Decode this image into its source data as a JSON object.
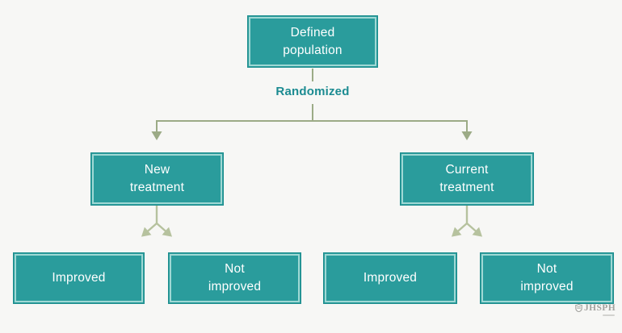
{
  "diagram": {
    "type": "flowchart",
    "topic": "randomized-trial-design",
    "nodes": {
      "defined_population": {
        "label": "Defined\npopulation"
      },
      "new_treatment": {
        "label": "New\ntreatment"
      },
      "current_treatment": {
        "label": "Current\ntreatment"
      },
      "new_improved": {
        "label": "Improved"
      },
      "new_not_improved": {
        "label": "Not\nimproved"
      },
      "current_improved": {
        "label": "Improved"
      },
      "current_not_improved": {
        "label": "Not\nimproved"
      }
    },
    "edge_labels": {
      "randomized": "Randomized"
    }
  },
  "logo": {
    "text": "JHSPH"
  },
  "colors": {
    "background": "#f7f7f5",
    "node_fill": "#2a9c9c",
    "node_inner_border": "#9fd8d4",
    "node_text": "#ffffff",
    "connector_primary": "#9cab86",
    "connector_secondary": "#b6c29e",
    "randomized_label": "#1b8b91",
    "logo_gray": "#a2a29f"
  }
}
